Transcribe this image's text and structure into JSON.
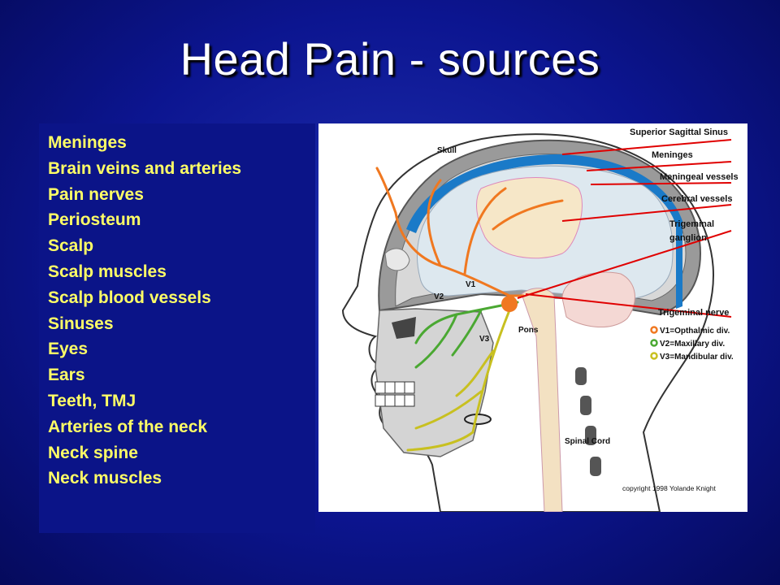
{
  "slide": {
    "title": "Head Pain - sources"
  },
  "sources": [
    "Meninges",
    "Brain veins and arteries",
    "Pain nerves",
    "Periosteum",
    "Scalp",
    "Scalp muscles",
    "Scalp blood vessels",
    "Sinuses",
    "Eyes",
    "Ears",
    "Teeth, TMJ",
    "Arteries of the neck",
    "Neck spine",
    "Neck muscles"
  ],
  "diagram": {
    "labels": {
      "superior_sagittal_sinus": "Superior Sagittal Sinus",
      "skull": "Skull",
      "meninges": "Meninges",
      "meningeal_vessels": "Meningeal vessels",
      "cerebral_vessels": "Cerebral vessels",
      "trigeminal_ganglion_1": "Trigeminal",
      "trigeminal_ganglion_2": "ganglion",
      "trigeminal_nerve": "Trigeminal nerve",
      "v1_legend": "V1=Opthalmic div.",
      "v2_legend": "V2=Maxillary div.",
      "v3_legend": "V3=Mandibular div.",
      "v1": "V1",
      "v2": "V2",
      "v3": "V3",
      "pons": "Pons",
      "spinal_cord": "Spinal Cord",
      "copyright": "copyright 1998 Yolande Knight"
    },
    "colors": {
      "v1": "#f07820",
      "v2": "#4aa832",
      "v3": "#c8c020",
      "pointer": "#e00000",
      "sinus": "#1a7ac8"
    }
  }
}
